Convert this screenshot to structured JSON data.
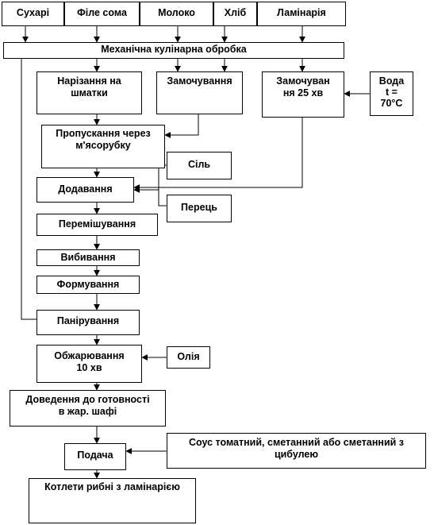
{
  "ingredients": {
    "suhari": "Сухарі",
    "file_soma": "Філе сома",
    "moloko": "Молоко",
    "hlib": "Хліб",
    "laminaria": "Ламінарія"
  },
  "mech": "Механічна кулінарна обробка",
  "narizannia": "Нарізання на\nшматки",
  "zamochuvannia": "Замочування",
  "zamochuvannia25": "Замочуван\nня 25 хв",
  "voda": "Вода\nt =\n70°С",
  "propuskannia": "Пропускання через\nм'ясорубку",
  "sil": "Сіль",
  "dodavannia": "Додавання",
  "perets": "Перець",
  "peremishuvannia": "Перемішування",
  "vybyvannia": "Вибивання",
  "formuvannia": "Формування",
  "paniruvannia": "Панірування",
  "obzharuvannia": "Обжарювання\n10 хв",
  "oliia": "Олія",
  "dovedennia": "Доведення до готовності\nв жар. шафі",
  "sous": "Соус томатний, сметанний або сметанний з\nцибулею",
  "podacha": "Подача",
  "kotlety": "Котлети рибні з ламінарією"
}
